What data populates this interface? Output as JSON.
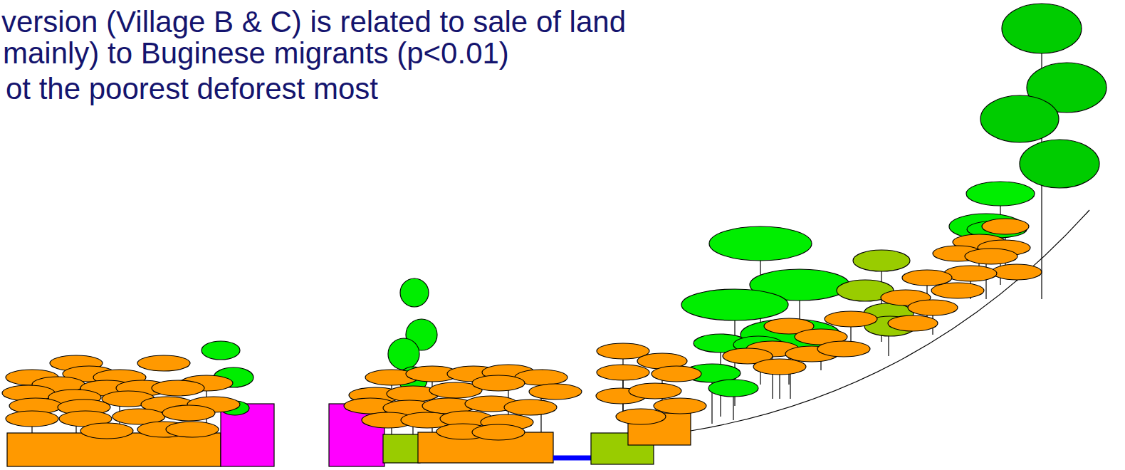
{
  "diagram": {
    "labels": [
      "version (Village B & C) is related to sale of land",
      "mainly) to Buginese migrants (p<0.01)",
      "ot the poorest deforest most"
    ]
  }
}
